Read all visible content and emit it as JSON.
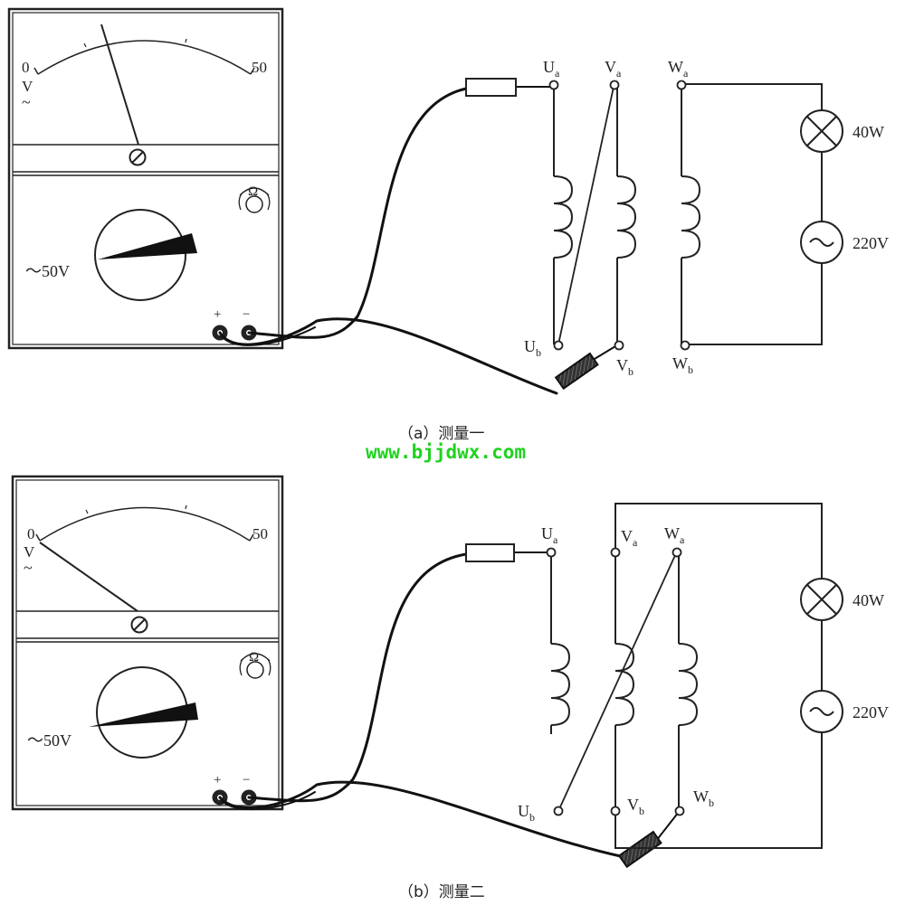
{
  "watermark": "www.bjjdwx.com",
  "panels": [
    {
      "caption": "（a）测量一",
      "meter": {
        "scale_min": "0",
        "scale_max": "50",
        "unit_v": "V",
        "unit_ac": "~",
        "ohm": "Ω",
        "range": "～50V",
        "plus": "+",
        "minus": "−"
      },
      "terminals": {
        "Ua": "U",
        "Va": "V",
        "Wa": "W",
        "Ub": "U",
        "Vb": "V",
        "Wb": "W",
        "sub_a": "a",
        "sub_b": "b"
      },
      "lamp": "40W",
      "source": "220V"
    },
    {
      "caption": "（b）测量二",
      "meter": {
        "scale_min": "0",
        "scale_max": "50",
        "unit_v": "V",
        "unit_ac": "~",
        "ohm": "Ω",
        "range": "～50V",
        "plus": "+",
        "minus": "−"
      },
      "terminals": {
        "Ua": "U",
        "Va": "V",
        "Wa": "W",
        "Ub": "U",
        "Vb": "V",
        "Wb": "W",
        "sub_a": "a",
        "sub_b": "b"
      },
      "lamp": "40W",
      "source": "220V"
    }
  ]
}
